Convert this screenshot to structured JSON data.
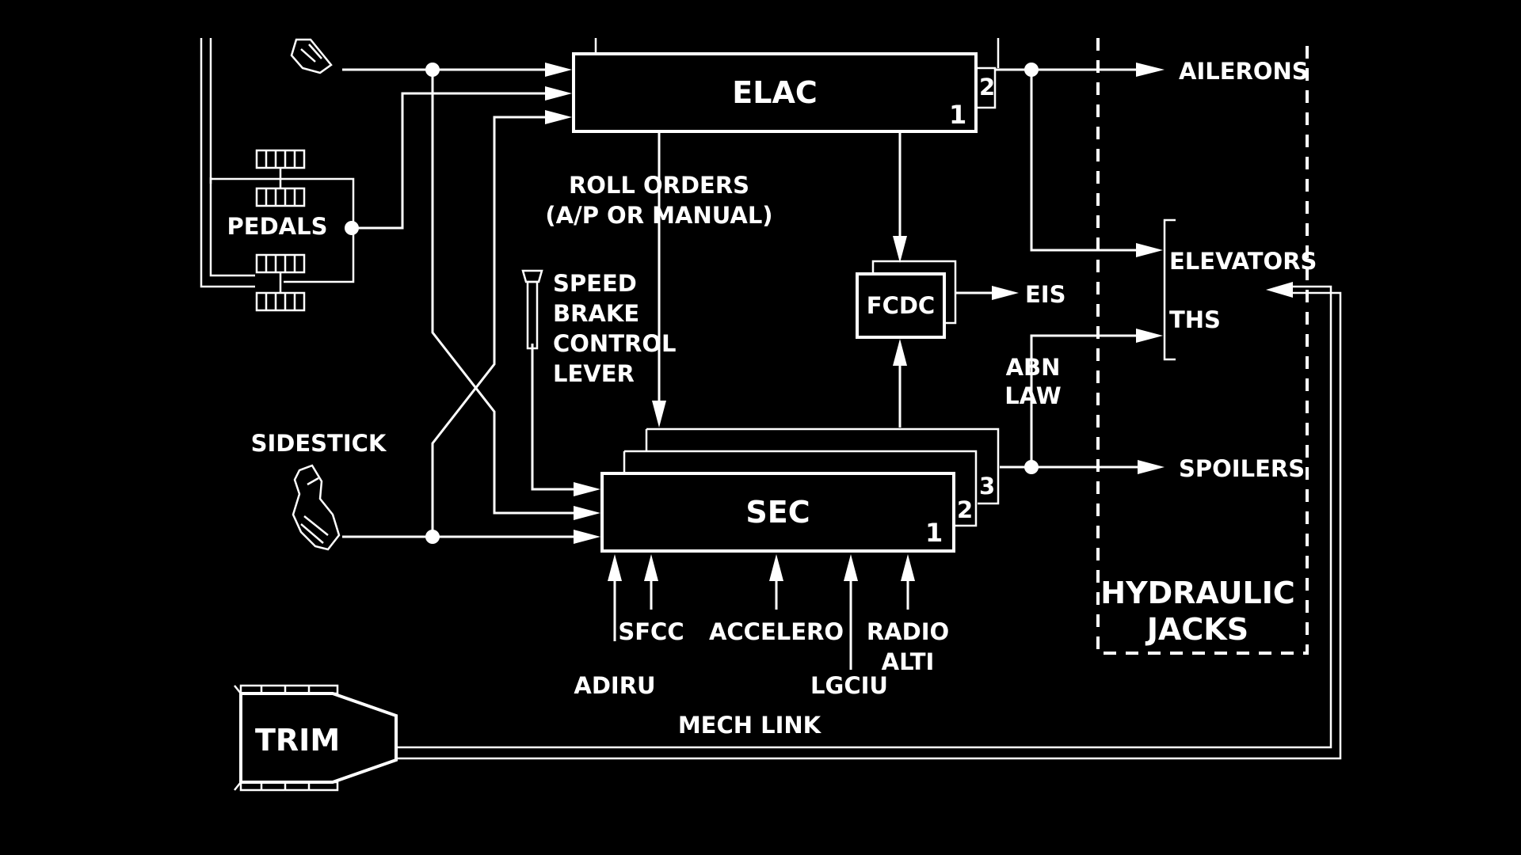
{
  "labels": {
    "elac": "ELAC",
    "sec": "SEC",
    "fcdc": "FCDC",
    "eis": "EIS",
    "ailerons": "AILERONS",
    "elevators": "ELEVATORS",
    "ths": "THS",
    "spoilers": "SPOILERS",
    "hydraulic": "HYDRAULIC",
    "jacks": "JACKS",
    "pedals": "PEDALS",
    "sidestick": "SIDESTICK",
    "roll_orders_1": "ROLL ORDERS",
    "roll_orders_2": "(A/P OR MANUAL)",
    "speed": "SPEED",
    "brake": "BRAKE",
    "control": "CONTROL",
    "lever": "LEVER",
    "abn": "ABN",
    "law": "LAW",
    "sfcc": "SFCC",
    "accelero": "ACCELERO",
    "radio": "RADIO",
    "alti": "ALTI",
    "adiru": "ADIRU",
    "lgciu": "LGCIU",
    "mech_link": "MECH LINK",
    "trim": "TRIM",
    "elac_1": "1",
    "elac_2": "2",
    "sec_1": "1",
    "sec_2": "2",
    "sec_3": "3"
  },
  "icons": [
    "sidestick-icon",
    "pedals-icon",
    "speed-brake-lever-icon",
    "trim-wheel-icon"
  ]
}
